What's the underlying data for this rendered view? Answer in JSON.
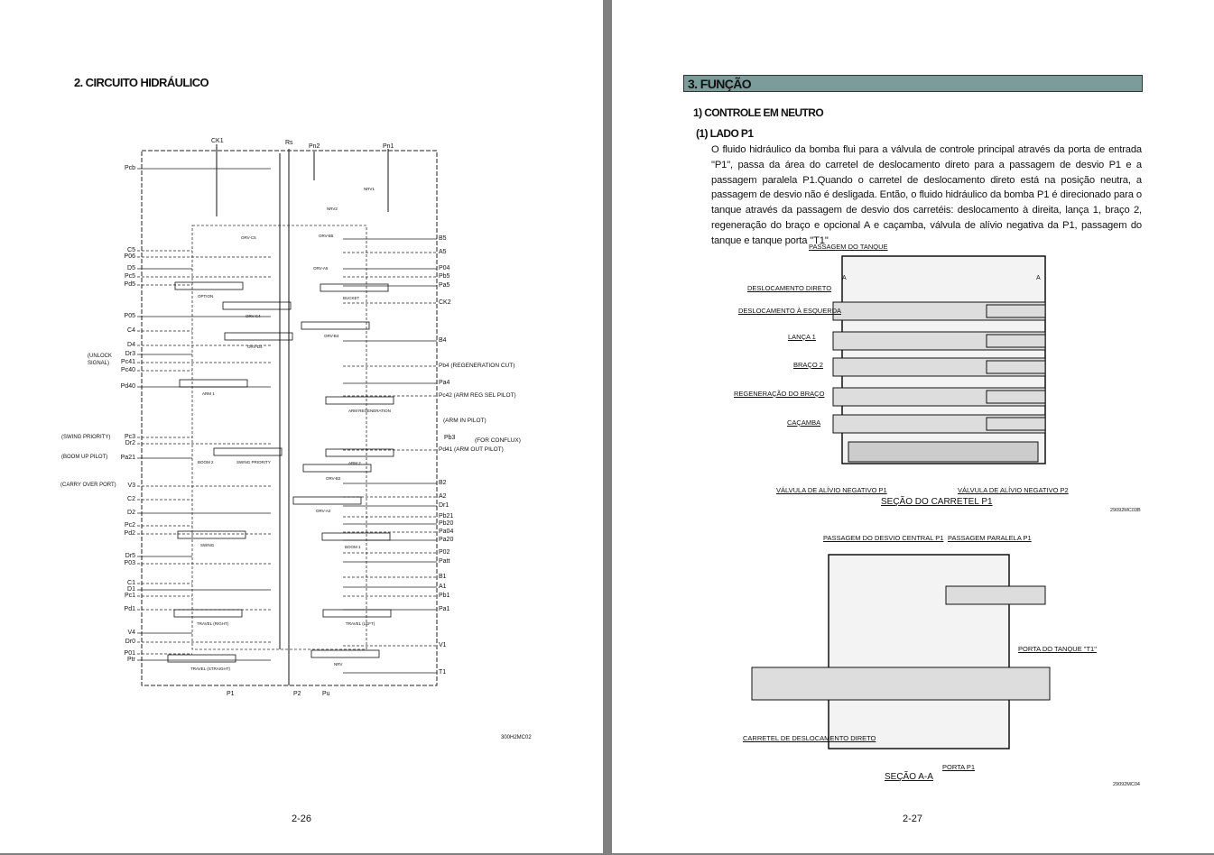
{
  "left_page": {
    "heading": "2. CIRCUITO HIDRÁULICO",
    "drawing_code": "300H2MC02",
    "page_number": "2-26",
    "top_ports": [
      "CK1",
      "Rs",
      "Pn2",
      "Pn1"
    ],
    "bottom_ports": [
      "P1",
      "P2",
      "Pu"
    ],
    "left_ports": [
      "Pcb",
      "C5",
      "P06",
      "D5",
      "Pc5",
      "Pd5",
      "P05",
      "C4",
      "D4",
      "Dr3",
      "Pc41",
      "Pc40",
      "Pd40",
      "Pc3",
      "Dr2",
      "Pa21",
      "V3",
      "C2",
      "D2",
      "Pc2",
      "Pd2",
      "Dr5",
      "P03",
      "C1",
      "D1",
      "Pc1",
      "Pd1",
      "V4",
      "Dr0",
      "P01",
      "Ptr"
    ],
    "left_notes": [
      "(UNLOCK SIGNAL)",
      "(SWING PRIORITY)",
      "(BOOM UP PILOT)",
      "(CARRY OVER PORT)"
    ],
    "right_ports": [
      "B5",
      "A5",
      "P04",
      "Pb5",
      "Pa5",
      "CK2",
      "B4",
      "Pb4 (REGENERATION CUT)",
      "Pa4",
      "Pc42 (ARM REG SEL PILOT)",
      "(ARM IN PILOT)",
      "Pb3",
      "(FOR CONFLUX)",
      "Pd41 (ARM OUT PILOT)",
      "B2",
      "A2",
      "Dr1",
      "Pb21",
      "Pb20",
      "Pa04",
      "Pa20",
      "P02",
      "Patt",
      "B1",
      "A1",
      "Pb1",
      "Pa1",
      "V1",
      "T1"
    ],
    "components": [
      "NRV1",
      "NRV2",
      "ORV-C5",
      "ORV-B5",
      "ORV-A5",
      "OPTION",
      "BUCKET",
      "ORV-C4",
      "ORV-D4",
      "ORV-B4",
      "ARM 1",
      "ARM REGENERATION",
      "BOOM 2",
      "SWING PRIORITY",
      "ARM 2",
      "ORV-B2",
      "ORV-A2",
      "SWING",
      "BOOM 1",
      "TRAVEL (RIGHT)",
      "TRAVEL (LEFT)",
      "TRAVEL (STRAIGHT)",
      "NRV"
    ]
  },
  "right_page": {
    "heading": "3. FUNÇÃO",
    "header_color": "#7b9c9a",
    "section": "1) CONTROLE EM NEUTRO",
    "subsection": "(1) LADO P1",
    "paragraph": "O fluido hidráulico da bomba flui para a válvula de controle principal através da porta de entrada \"P1\", passa da área do carretel de deslocamento direto para a passagem de desvio P1 e a passagem paralela P1.Quando o carretel de deslocamento direto está na posição neutra, a passagem de desvio não é desligada. Então, o fluido hidráulico da bomba P1 é direcionado para o tanque através da passagem de desvio dos carretéis: deslocamento à direita, lança 1, braço 2, regeneração do braço e opcional A e caçamba, válvula de alívio negativa da P1, passagem do tanque e tanque porta \"T1\"",
    "fig1": {
      "labels": [
        "PASSAGEM DO TANQUE",
        "DESLOCAMENTO DIRETO",
        "DESLOCAMENTO À ESQUERDA",
        "LANÇA 1",
        "BRAÇO 2",
        "REGENERAÇÃO DO BRAÇO",
        "CAÇAMBA",
        "VÁLVULA DE ALÍVIO NEGATIVO P1",
        "VÁLVULA DE ALÍVIO NEGATIVO P2"
      ],
      "section_marks": [
        "A",
        "A"
      ],
      "caption": "SEÇÃO DO CARRETEL P1",
      "code": "29092MC03B"
    },
    "fig2": {
      "labels": [
        "PASSAGEM DO DESVIO CENTRAL P1",
        "PASSAGEM PARALELA P1",
        "PORTA DO TANQUE \"T1\"",
        "CARRETEL DE DESLOCAMENTO DIRETO",
        "PORTA P1"
      ],
      "caption": "SEÇÃO A-A",
      "code": "29092MC04"
    },
    "page_number": "2-27"
  }
}
